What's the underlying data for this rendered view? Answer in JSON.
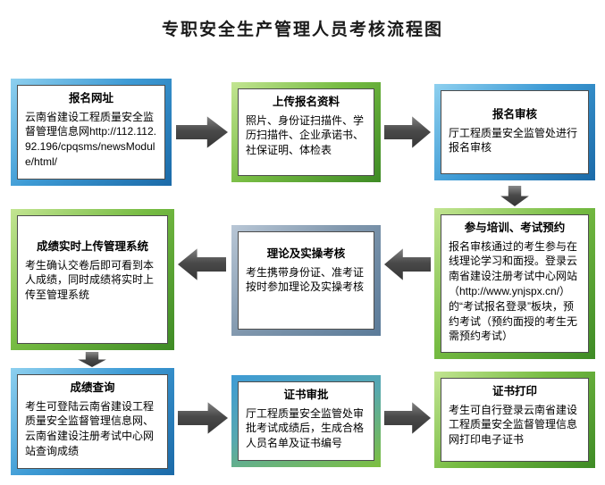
{
  "page_title": "专职安全生产管理人员考核流程图",
  "boxes": [
    {
      "title": "报名网址",
      "body": "云南省建设工程质量安全监督管理信息网http://112.112.92.196/cpqsms/newsModule/html/",
      "theme": "blue"
    },
    {
      "title": "上传报名资料",
      "body": "照片、身份证扫描件、学历扫描件、企业承诺书、社保证明、体检表",
      "theme": "green"
    },
    {
      "title": "报名审核",
      "body": "厅工程质量安全监管处进行报名审核",
      "theme": "blue"
    },
    {
      "title": "参与培训、考试预约",
      "body": "报名审核通过的考生参与在线理论学习和面授。登录云南省建设注册考试中心网站（http://www.ynjspx.cn/）的“考试报名登录”板块，预约考试（预约面授的考生无需预约考试）",
      "theme": "green"
    },
    {
      "title": "理论及实操考核",
      "body": "考生携带身份证、准考证按时参加理论及实操考核",
      "theme": "steel"
    },
    {
      "title": "成绩实时上传管理系统",
      "body": "考生确认交卷后即可看到本人成绩，同时成绩将实时上传至管理系统",
      "theme": "green"
    },
    {
      "title": "成绩查询",
      "body": "考生可登陆云南省建设工程质量安全监督管理信息网、云南省建设注册考试中心网站查询成绩",
      "theme": "blue"
    },
    {
      "title": "证书审批",
      "body": "厅工程质量安全监管处审批考试成绩后，生成合格人员名单及证书编号",
      "theme": "bluegreen"
    },
    {
      "title": "证书打印",
      "body": "考生可自行登录云南省建设工程质量安全监督管理信息网打印电子证书",
      "theme": "green"
    }
  ],
  "colors": {
    "frame_blue_light": "#8ed0ef",
    "frame_blue_dark": "#1b6aa8",
    "frame_green_light": "#c3e592",
    "frame_green_dark": "#3e8b25",
    "frame_steel_light": "#b9c7d6",
    "frame_steel_dark": "#5b7b99",
    "arrow_gray": "#4a4a4a",
    "inner_border": "#4d4d4d",
    "background": "#ffffff"
  }
}
